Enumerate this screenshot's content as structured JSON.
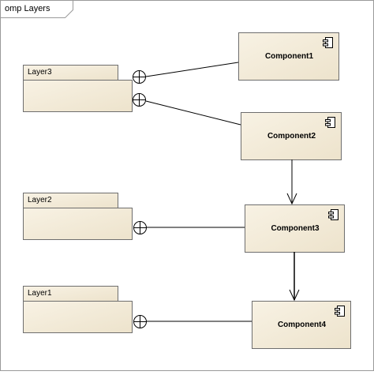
{
  "diagram": {
    "tab_title": "omp Layers",
    "layers": [
      {
        "id": "layer3",
        "label": "Layer3"
      },
      {
        "id": "layer2",
        "label": "Layer2"
      },
      {
        "id": "layer1",
        "label": "Layer1"
      }
    ],
    "components": [
      {
        "id": "component1",
        "label": "Component1"
      },
      {
        "id": "component2",
        "label": "Component2"
      },
      {
        "id": "component3",
        "label": "Component3"
      },
      {
        "id": "component4",
        "label": "Component4"
      }
    ],
    "colors": {
      "fill": "#F5EEDC",
      "stroke": "#6E6E6E",
      "line": "#000000"
    }
  }
}
